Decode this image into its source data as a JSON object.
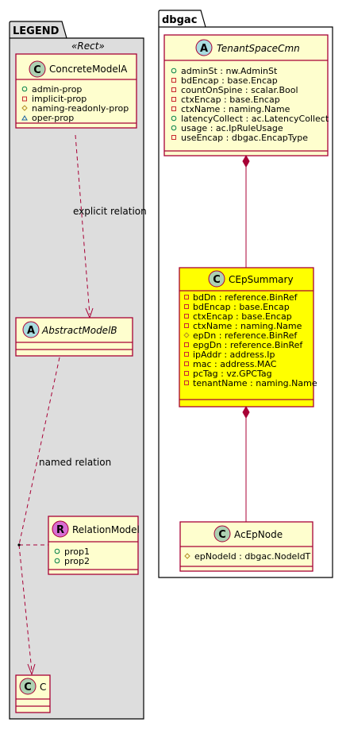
{
  "legend": {
    "title": "LEGEND",
    "stereotype": "«Rect»",
    "concrete_model": {
      "badge": "C",
      "name": "ConcreteModelA",
      "attributes": [
        {
          "vis": "+",
          "text": "admin-prop"
        },
        {
          "vis": "-",
          "text": "implicit-prop"
        },
        {
          "vis": "#",
          "text": "naming-readonly-prop"
        },
        {
          "vis": "~",
          "text": "oper-prop"
        }
      ]
    },
    "abstract_model": {
      "badge": "A",
      "name": "AbstractModelB"
    },
    "relation_model": {
      "badge": "R",
      "name": "RelationModel",
      "attributes": [
        {
          "vis": "+",
          "text": "prop1"
        },
        {
          "vis": "+",
          "text": "prop2"
        }
      ]
    },
    "c_model": {
      "badge": "C",
      "name": "C"
    },
    "explicit_relation_label": "explicit relation",
    "named_relation_label": "named relation"
  },
  "dbgac": {
    "title": "dbgac",
    "tenant_space": {
      "badge": "A",
      "name": "TenantSpaceCmn",
      "attributes": [
        {
          "vis": "+",
          "text": "adminSt : nw.AdminSt"
        },
        {
          "vis": "-",
          "text": "bdEncap : base.Encap"
        },
        {
          "vis": "-",
          "text": "countOnSpine : scalar.Bool"
        },
        {
          "vis": "-",
          "text": "ctxEncap : base.Encap"
        },
        {
          "vis": "-",
          "text": "ctxName : naming.Name"
        },
        {
          "vis": "+",
          "text": "latencyCollect : ac.LatencyCollect"
        },
        {
          "vis": "+",
          "text": "usage : ac.IpRuleUsage"
        },
        {
          "vis": "-",
          "text": "useEncap : dbgac.EncapType"
        }
      ]
    },
    "cep_summary": {
      "badge": "C",
      "name": "CEpSummary",
      "attributes": [
        {
          "vis": "-",
          "text": "bdDn : reference.BinRef"
        },
        {
          "vis": "-",
          "text": "bdEncap : base.Encap"
        },
        {
          "vis": "-",
          "text": "ctxEncap : base.Encap"
        },
        {
          "vis": "-",
          "text": "ctxName : naming.Name"
        },
        {
          "vis": "#",
          "text": "epDn : reference.BinRef"
        },
        {
          "vis": "-",
          "text": "epgDn : reference.BinRef"
        },
        {
          "vis": "-",
          "text": "ipAddr : address.Ip"
        },
        {
          "vis": "-",
          "text": "mac : address.MAC"
        },
        {
          "vis": "-",
          "text": "pcTag : vz.GPCTag"
        },
        {
          "vis": "-",
          "text": "tenantName : naming.Name"
        }
      ]
    },
    "ac_ep_node": {
      "badge": "C",
      "name": "AcEpNode",
      "attributes": [
        {
          "vis": "#",
          "text": "epNodeId : dbgac.NodeIdT"
        }
      ]
    }
  },
  "colors": {
    "class_fill": "#FEFECE",
    "class_border": "#A80036",
    "highlight_fill": "#FFFF00",
    "legend_bg": "#DDDDDD",
    "badge_c": "#ADD1B2",
    "badge_a": "#A9DCDF",
    "badge_r": "#D76DD3"
  }
}
